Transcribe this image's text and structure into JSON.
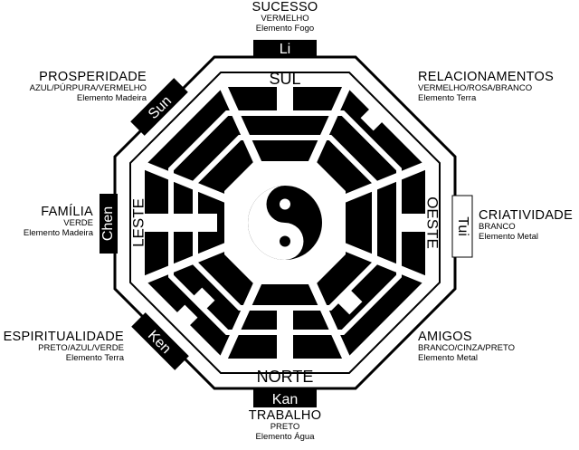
{
  "diagram": {
    "directions": {
      "south": "SUL",
      "north": "NORTE",
      "east": "LESTE",
      "west": "OESTE"
    },
    "trigrams": {
      "top": "Li",
      "bottom": "Kan",
      "top_left": "Sun",
      "left": "Chen",
      "bottom_left": "Ken",
      "right": "Tui"
    },
    "colors": {
      "ink": "#000000",
      "paper": "#ffffff"
    }
  },
  "areas": {
    "top": {
      "title": "SUCESSO",
      "colors": "VERMELHO",
      "element": "Elemento Fogo"
    },
    "top_left": {
      "title": "PROSPERIDADE",
      "colors": "AZUL/PÚRPURA/VERMELHO",
      "element": "Elemento Madeira"
    },
    "top_right": {
      "title": "RELACIONAMENTOS",
      "colors": "VERMELHO/ROSA/BRANCO",
      "element": "Elemento Terra"
    },
    "left": {
      "title": "FAMÍLIA",
      "colors": "VERDE",
      "element": "Elemento Madeira"
    },
    "right": {
      "title": "CRIATIVIDADE",
      "colors": "BRANCO",
      "element": "Elemento Metal"
    },
    "bottom_left": {
      "title": "ESPIRITUALIDADE",
      "colors": "PRETO/AZUL/VERDE",
      "element": "Elemento Terra"
    },
    "bottom_right": {
      "title": "AMIGOS",
      "colors": "BRANCO/CINZA/PRETO",
      "element": "Elemento Metal"
    },
    "bottom": {
      "title": "TRABALHO",
      "colors": "PRETO",
      "element": "Elemento Água"
    }
  }
}
